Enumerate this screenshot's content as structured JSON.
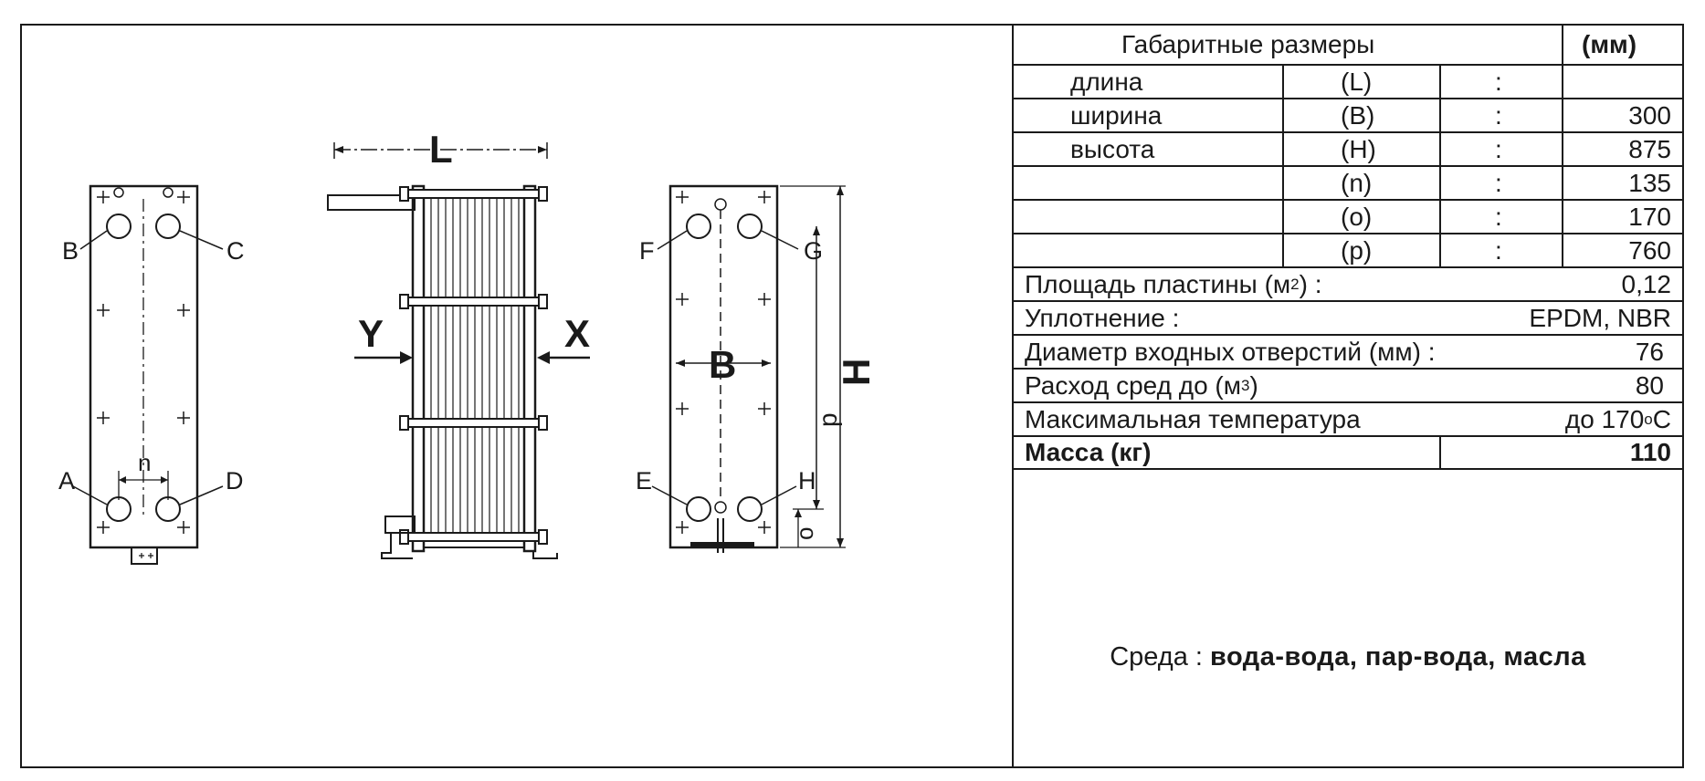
{
  "drawing": {
    "labels": {
      "A": "A",
      "B": "B",
      "C": "C",
      "D": "D",
      "E": "E",
      "F": "F",
      "G": "G",
      "H_port": "H",
      "n": "n",
      "L": "L",
      "Y": "Y",
      "X": "X",
      "B_dim": "B",
      "H_dim": "H",
      "p": "p",
      "o": "o"
    }
  },
  "spec": {
    "header": {
      "title": "Габаритные размеры",
      "unit": "(мм)"
    },
    "dimensions": [
      {
        "name": "длина",
        "symbol": "(L)",
        "sep": ":",
        "value": ""
      },
      {
        "name": "ширина",
        "symbol": "(B)",
        "sep": ":",
        "value": "300"
      },
      {
        "name": "высота",
        "symbol": "(H)",
        "sep": ":",
        "value": "875"
      },
      {
        "name": "",
        "symbol": "(n)",
        "sep": ":",
        "value": "135"
      },
      {
        "name": "",
        "symbol": "(o)",
        "sep": ":",
        "value": "170"
      },
      {
        "name": "",
        "symbol": "(p)",
        "sep": ":",
        "value": "760"
      }
    ],
    "plate_area": {
      "label": "Площадь  пластины  (м",
      "sup": "2",
      "label_end": ")  :",
      "value": "0,12"
    },
    "gasket": {
      "label": "Уплотнение :",
      "value": "EPDM,  NBR"
    },
    "inlet_diam": {
      "label": "Диаметр  входных отверстий  (мм) :",
      "value": "76"
    },
    "flow": {
      "label": "Расход  сред  до  (м",
      "sup": "3",
      "label_end": ")",
      "value": "80"
    },
    "max_temp": {
      "label": "Максимальная  температура",
      "value_prefix": "до  170",
      "value_sup": "o",
      "value_suffix": "C"
    },
    "mass": {
      "label": "Масса (кг)",
      "value": "110"
    },
    "medium": {
      "label": "Среда  :",
      "value": "вода-вода,  пар-вода,  масла"
    }
  }
}
